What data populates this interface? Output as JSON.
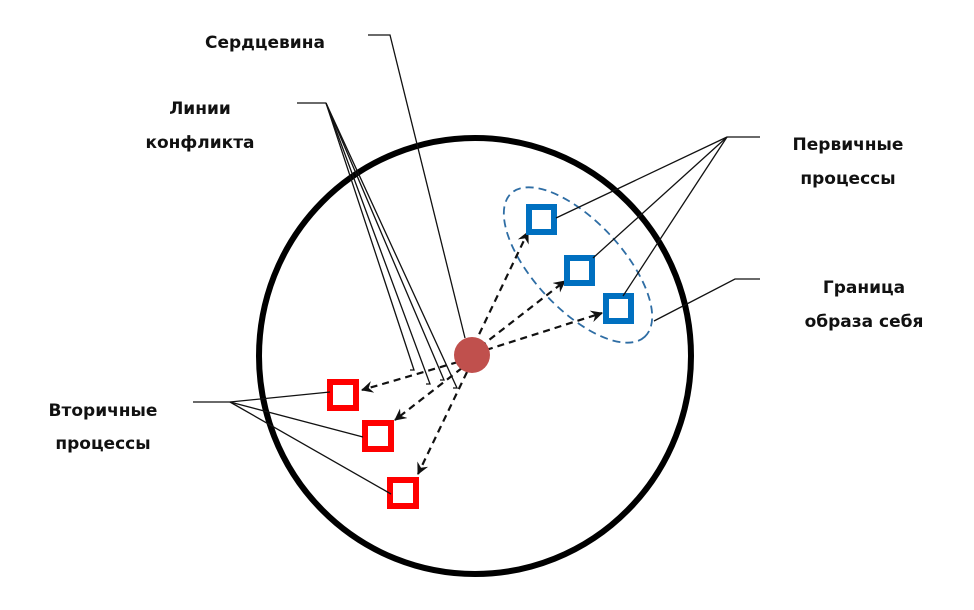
{
  "labels": {
    "core": "Сердцевина",
    "conflict_lines": [
      "Линии",
      "конфликта"
    ],
    "primary_processes": [
      "Первичные",
      "процессы"
    ],
    "self_image_boundary": [
      "Граница",
      "образа себя"
    ],
    "secondary_processes": [
      "Вторичные",
      "процессы"
    ]
  },
  "colors": {
    "core": "#c0504d",
    "primary": "#0070c0",
    "secondary": "#ff0000",
    "boundary": "#2e6da4"
  }
}
